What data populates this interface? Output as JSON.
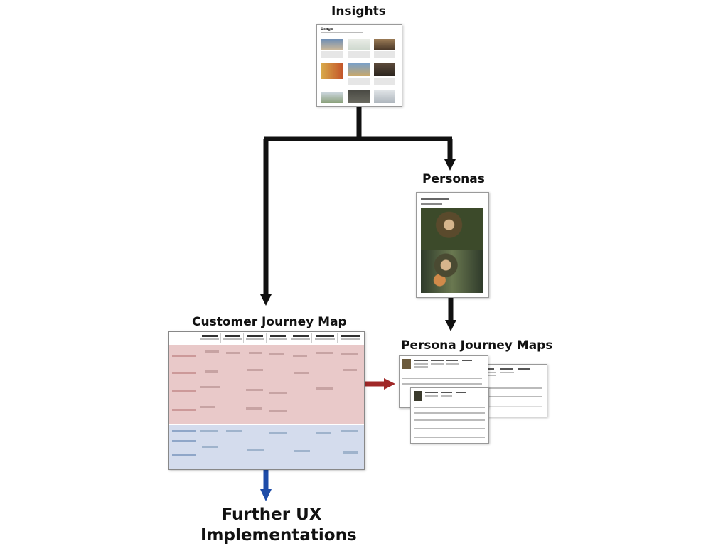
{
  "nodes": {
    "insights": {
      "label": "Insights",
      "thumbnail_title": "Usage"
    },
    "personas": {
      "label": "Personas"
    },
    "customer_journey_map": {
      "label": "Customer Journey Map"
    },
    "persona_journey_maps": {
      "label": "Persona Journey Maps"
    },
    "further": {
      "label": "Further UX Implementations"
    }
  },
  "colors": {
    "arrow_main": "#111111",
    "arrow_red": "#a02828",
    "arrow_blue": "#1e4ca8",
    "cjm_red_band": "#e9c9c9",
    "cjm_blue_band": "#d4dced"
  },
  "edges": [
    {
      "from": "insights",
      "to": "customer_journey_map",
      "color": "arrow_main"
    },
    {
      "from": "insights",
      "to": "personas",
      "color": "arrow_main"
    },
    {
      "from": "personas",
      "to": "persona_journey_maps",
      "color": "arrow_main"
    },
    {
      "from": "customer_journey_map",
      "to": "persona_journey_maps",
      "color": "arrow_red"
    },
    {
      "from": "customer_journey_map",
      "to": "further",
      "color": "arrow_blue"
    }
  ]
}
